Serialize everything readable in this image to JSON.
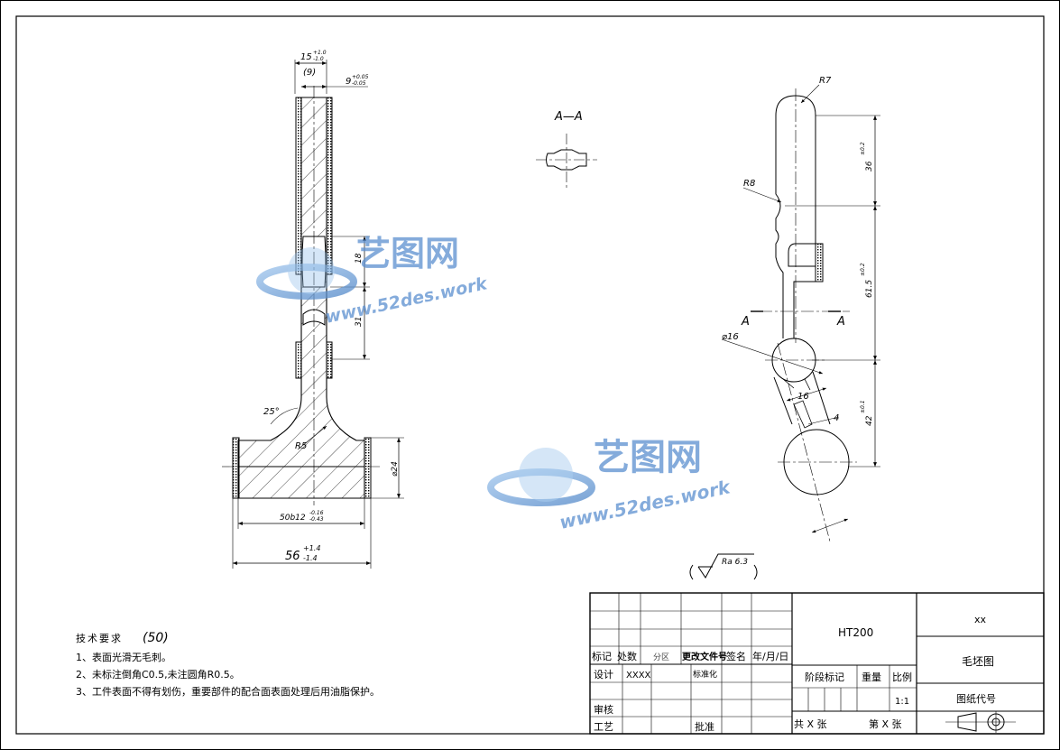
{
  "section_label": "A—A",
  "cut_labels": [
    "A",
    "A"
  ],
  "roughness": "Ra 6.3",
  "dims_left": {
    "top_width": "15",
    "top_width_tol_up": "+1.0",
    "top_width_tol_dn": "-1.0",
    "top_inner": "(9)",
    "top_right": "9",
    "top_right_tol_up": "+0.05",
    "top_right_tol_dn": "-0.05",
    "v18": "18",
    "v31": "31",
    "angle": "25°",
    "radius": "R5",
    "dia": "⌀24",
    "inner_width": "50b12",
    "inner_width_tol_up": "-0.16",
    "inner_width_tol_dn": "-0.43",
    "outer_width": "56",
    "outer_width_tol_up": "+1.4",
    "outer_width_tol_dn": "-1.4"
  },
  "dims_right": {
    "r7": "R7",
    "r8": "R8",
    "d16": "⌀16",
    "v36": "36",
    "v36_tol": "±0.2",
    "v61": "61.5",
    "v61_tol": "±0.2",
    "v42": "42",
    "v42_tol": "±0.1",
    "w16": "16",
    "w4": "4"
  },
  "watermark": {
    "brand": "艺图网",
    "url": "www.52des.work"
  },
  "tech_requirements": {
    "title": "技术要求",
    "title_number": "(50)",
    "items": [
      "1、表面光滑无毛刺。",
      "2、未标注倒角C0.5,未注圆角R0.5。",
      "3、工件表面不得有划伤，重要部件的配合面表面处理后用油脂保护。"
    ]
  },
  "title_block": {
    "material": "HT200",
    "company": "xx",
    "drawing_name": "毛坯图",
    "drawing_code_label": "图纸代号",
    "stage_label": "阶段标记",
    "weight_label": "重量",
    "scale_label": "比例",
    "scale_value": "1:1",
    "sheets_total": "共 X 张",
    "sheet_no": "第 X 张",
    "rev_headers": [
      "标记",
      "处数",
      "分区",
      "更改文件号",
      "签名",
      "年/月/日"
    ],
    "design_label": "设计",
    "designer": "XXXX",
    "standard_label": "标准化",
    "review_label": "审核",
    "process_label": "工艺",
    "approve_label": "批准"
  }
}
